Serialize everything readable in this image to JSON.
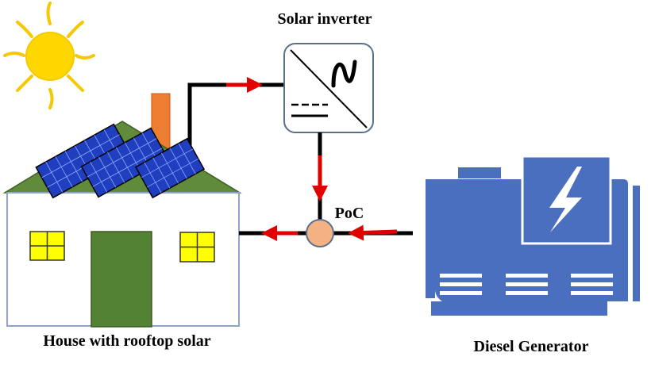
{
  "labels": {
    "inverter": "Solar inverter",
    "poc": "PoC",
    "house": "House with rooftop solar",
    "generator": "Diesel Generator"
  },
  "icons": {
    "sun": "sun-icon",
    "inverter": "dc-ac-inverter-icon",
    "lightning": "lightning-bolt-icon"
  },
  "colors": {
    "line": "#000000",
    "flow_arrow": "#e00000",
    "sun": "#ffd700",
    "sun_rays": "#f5c800",
    "roof": "#5f8b3a",
    "chimney": "#ed7d31",
    "panel": "#1f3fbf",
    "door": "#548235",
    "window": "#ffff00",
    "generator": "#4a6fbf",
    "poc_node": "#f4b183"
  }
}
